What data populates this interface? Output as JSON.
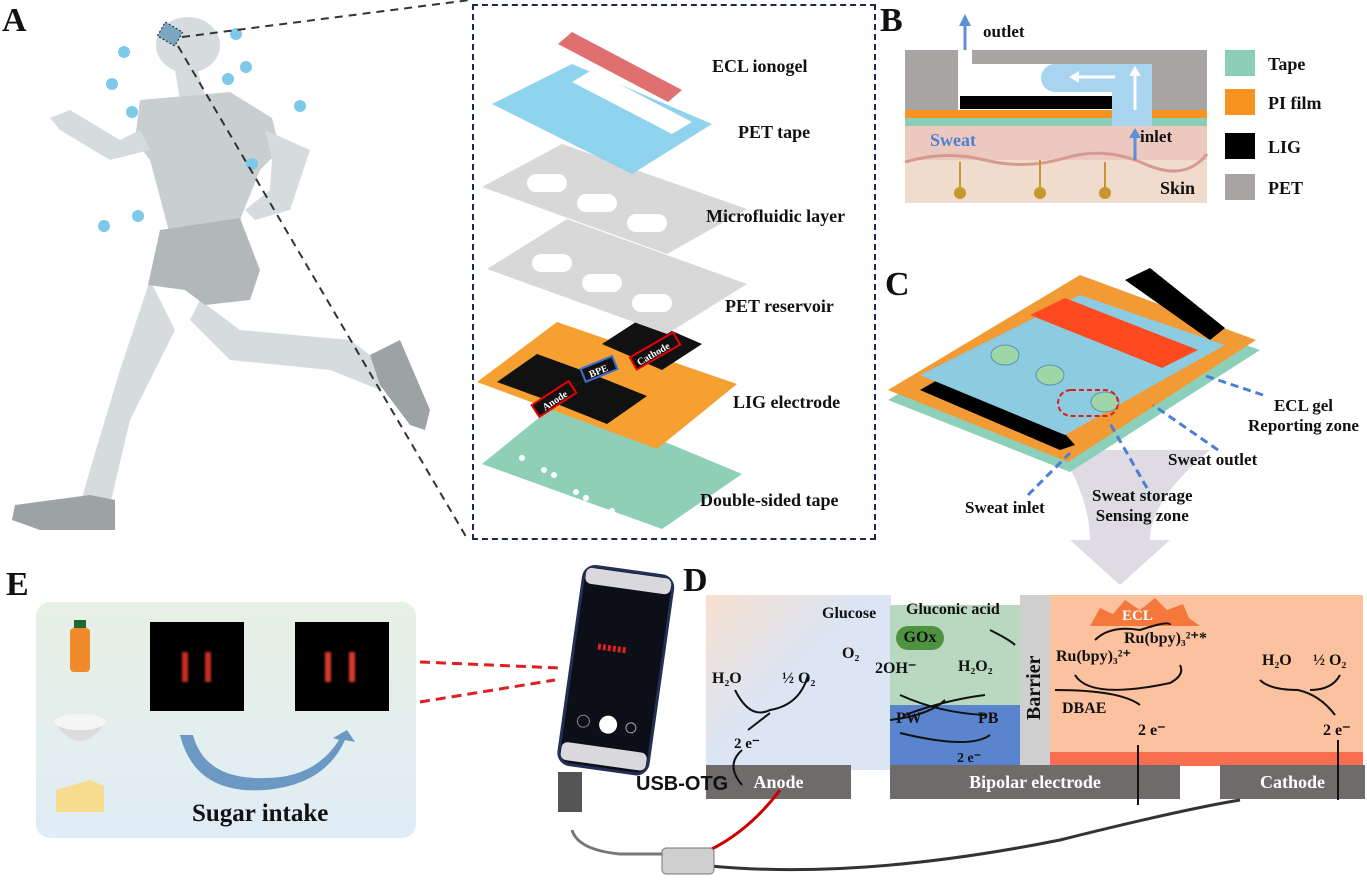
{
  "panels": {
    "A": {
      "letter": "A",
      "subject": "running-person-with-sweat-patch"
    },
    "exploded": {
      "layers": [
        {
          "label": "ECL ionogel",
          "color": "#e07070"
        },
        {
          "label": "PET tape",
          "color": "#8fd3ef"
        },
        {
          "label": "Microfluidic layer",
          "color": "#d8d8d8"
        },
        {
          "label": "PET reservoir",
          "color": "#d8d8d8"
        },
        {
          "label": "LIG electrode",
          "color": "#f5a030"
        },
        {
          "label": "Double-sided tape",
          "color": "#8fcfb8"
        }
      ],
      "electrode_tags": {
        "anode": "Anode",
        "bpe": "BPE",
        "cathode": "Cathode"
      }
    },
    "B": {
      "letter": "B",
      "outlet": "outlet",
      "inlet": "inlet",
      "sweat": "Sweat",
      "skin": "Skin",
      "legend": [
        {
          "label": "Tape",
          "color": "#8ccfb8"
        },
        {
          "label": "PI film",
          "color": "#f7931e"
        },
        {
          "label": "LIG",
          "color": "#000000"
        },
        {
          "label": "PET",
          "color": "#a9a5a5"
        }
      ]
    },
    "C": {
      "letter": "C",
      "callouts": {
        "ecl_gel": [
          "ECL gel",
          "Reporting zone"
        ],
        "sweat_outlet": "Sweat outlet",
        "sweat_storage": [
          "Sweat storage",
          "Sensing zone"
        ],
        "sweat_inlet": "Sweat inlet"
      }
    },
    "D": {
      "letter": "D",
      "anode_side": {
        "h2o": "H₂O",
        "half_o2": "½ O₂",
        "electrons": "2 e⁻"
      },
      "gox_zone": {
        "glucose": "Glucose",
        "gluconic": "Gluconic acid",
        "gox": "GOx",
        "o2": "O₂",
        "oh": "2OH⁻",
        "h2o2": "H₂O₂",
        "pw": "PW",
        "pb": "PB",
        "electrons": "2 e⁻"
      },
      "barrier": "Barrier",
      "ecl_zone": {
        "ecl": "ECL",
        "ru": "Ru(bpy)₃²⁺",
        "ru_star": "Ru(bpy)₃²⁺*",
        "dbae": "DBAE",
        "electrons": "2 e⁻"
      },
      "cathode_side": {
        "h2o": "H₂O",
        "half_o2": "½ O₂",
        "electrons": "2 e⁻"
      },
      "electrodes": {
        "anode": "Anode",
        "bipolar": "Bipolar electrode",
        "cathode": "Cathode"
      },
      "usb": "USB-OTG"
    },
    "E": {
      "letter": "E",
      "caption": "Sugar intake",
      "foods": [
        "juice-bottle",
        "rice-bowl",
        "cheese"
      ]
    }
  }
}
